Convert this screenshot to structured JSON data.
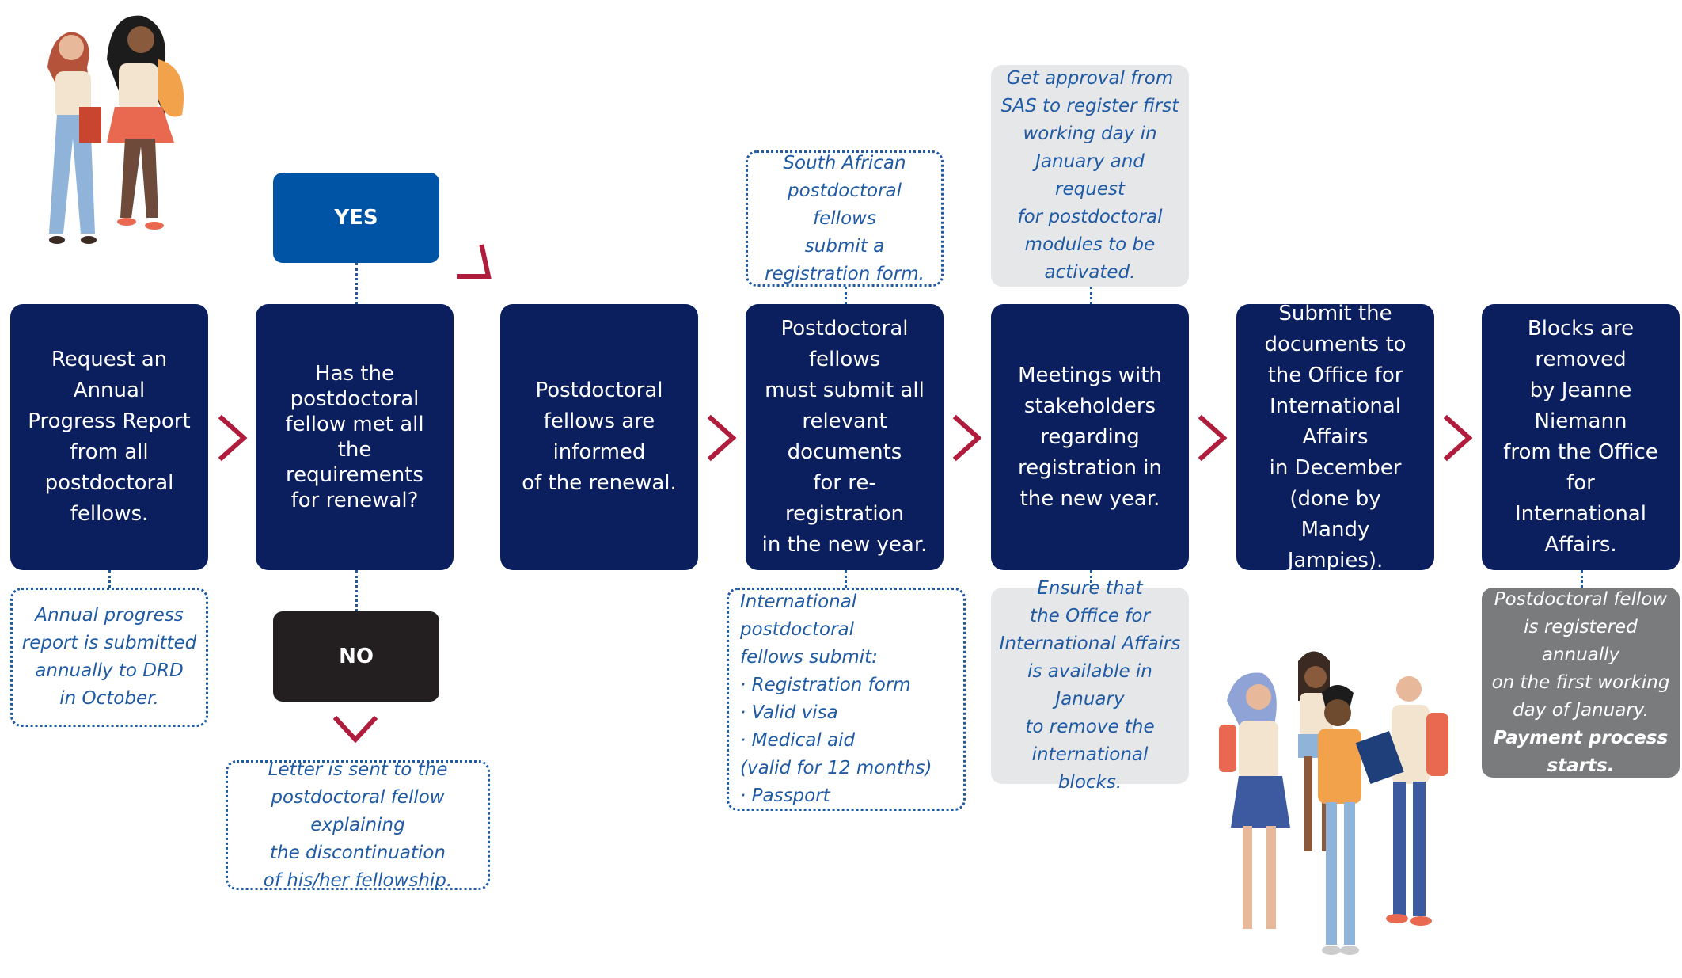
{
  "colors": {
    "main_box": "#0b1f5e",
    "yes_box": "#0054a6",
    "no_box": "#231f20",
    "note_text": "#1f5aa5",
    "grey_note": "#e6e7e9",
    "dark_note": "#7a7b7d",
    "arrow": "#b01d3c"
  },
  "steps": [
    {
      "text": "Request an Annual\nProgress Report\nfrom all\npostdoctoral\nfellows."
    },
    {
      "text": "Has the\npostdoctoral\nfellow met all the\nrequirements\nfor renewal?"
    },
    {
      "text": "Postdoctoral\nfellows are informed\nof the renewal."
    },
    {
      "text": "Postdoctoral fellows\nmust submit all\nrelevant documents\nfor re-registration\nin the new year."
    },
    {
      "text": "Meetings with\nstakeholders\nregarding\nregistration in\nthe new year."
    },
    {
      "text": "Submit the\ndocuments to\nthe Office for\nInternational Affairs\nin December\n(done by\nMandy Jampies)."
    },
    {
      "text": "Blocks are removed\nby Jeanne Niemann\nfrom the Office for\nInternational\nAffairs."
    }
  ],
  "decision": {
    "yes": "YES",
    "no": "NO"
  },
  "notes": {
    "annual_report": "Annual progress\nreport is submitted\nannually to DRD\nin October.",
    "letter": "Letter is sent to the\npostdoctoral fellow explaining\nthe discontinuation\nof his/her fellowship.",
    "south_african": "South African\npostdoctoral fellows\nsubmit a\nregistration form.",
    "international_title": "International postdoctoral\nfellows submit:",
    "international_items": [
      "· Registration form",
      "· Valid visa",
      "· Medical aid\n  (valid for 12 months)",
      "· Passport"
    ],
    "sas_approval": "Get approval from\nSAS to register first\nworking day in\nJanuary and request\nfor postdoctoral\nmodules to be\nactivated.",
    "ensure_office": "Ensure that\nthe Office for\nInternational Affairs\nis available in January\nto remove the\ninternational blocks.",
    "registered": "Postdoctoral fellow\nis registered annually\non the first working\nday of January.",
    "payment": "Payment process\nstarts."
  }
}
